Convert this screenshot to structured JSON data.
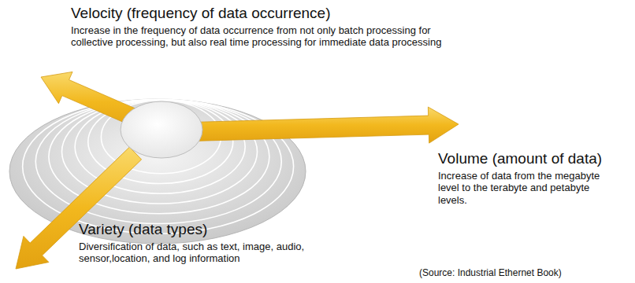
{
  "diagram": {
    "labels": [
      "Velocity (frequency of data occurrence)",
      "Increase in the frequency of data occurrence from not only batch processing for collective processing, but also real time processing for immediate data processing",
      "Volume (amount of data)",
      "Increase of data from the megabyte level to the terabyte and petabyte levels.",
      "Variety (data types)",
      "Diversification of data, such as text, image, audio, sensor,location, and log information",
      "(Source: Industrial Ethernet Book)"
    ]
  }
}
